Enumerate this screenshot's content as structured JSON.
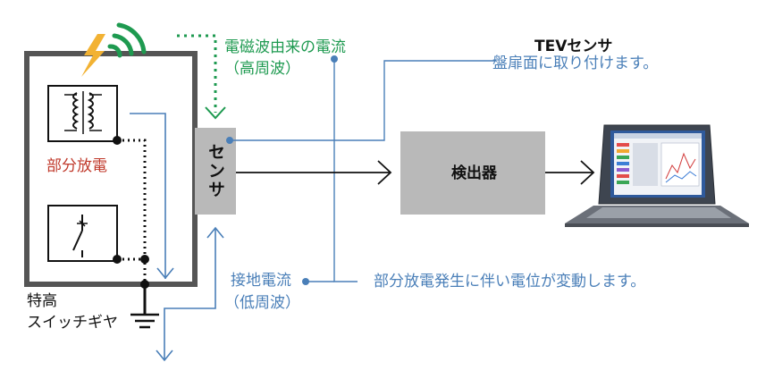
{
  "labels": {
    "em_wave_line1": "電磁波由来の電流",
    "em_wave_line2": "（高周波）",
    "tev_title": "TEVセンサ",
    "tev_desc": "盤扉面に取り付けます。",
    "partial_discharge": "部分放電",
    "sensor": "センサ",
    "detector": "検出器",
    "ground_line1": "接地電流",
    "ground_line2": "（低周波）",
    "potential_change": "部分放電発生に伴い電位が変動します。",
    "switchgear_line1": "特高",
    "switchgear_line2": "スイッチギヤ"
  },
  "colors": {
    "green": "#1e9a50",
    "blue": "#4a7fb8",
    "red": "#c0392b",
    "gray_box": "#b9b9b9",
    "enclosure": "#555555",
    "lightning": "#f2b233"
  },
  "icons": [
    "lightning-icon",
    "wave-icon",
    "transformer-icon",
    "switch-icon",
    "ground-icon",
    "laptop-icon"
  ]
}
